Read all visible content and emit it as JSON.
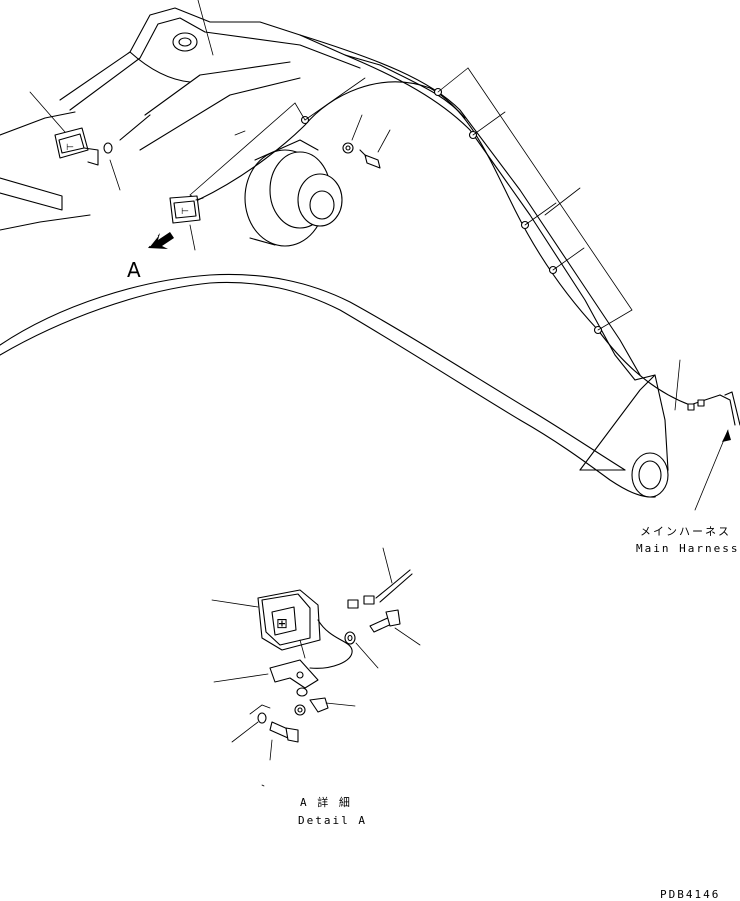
{
  "callouts": {
    "main_harness_jp": "メインハーネス",
    "main_harness_en": "Main Harness",
    "view_arrow_letter": "A"
  },
  "detail": {
    "title_jp": "A 詳 細",
    "title_en": "Detail A"
  },
  "drawing_number": "PDB4146",
  "parts": [
    "boom",
    "working-lamp-upper",
    "working-lamp-lower",
    "wiring-harness",
    "clips",
    "bolt",
    "washer",
    "lamp-bracket",
    "nut",
    "connector"
  ]
}
